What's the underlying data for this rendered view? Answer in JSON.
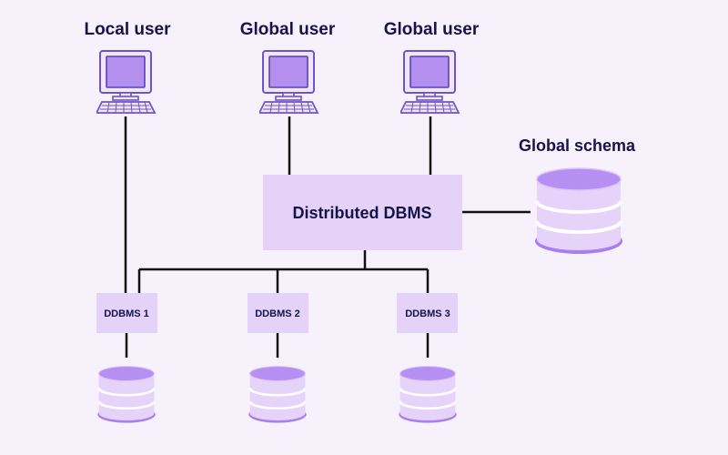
{
  "users": [
    {
      "label": "Local user",
      "icon": "computer-icon"
    },
    {
      "label": "Global user",
      "icon": "computer-icon"
    },
    {
      "label": "Global user",
      "icon": "computer-icon"
    }
  ],
  "center": {
    "label": "Distributed DBMS"
  },
  "schema": {
    "label": "Global schema",
    "icon": "database-icon"
  },
  "nodes": [
    {
      "label": "DDBMS 1",
      "icon": "database-icon"
    },
    {
      "label": "DDBMS 2",
      "icon": "database-icon"
    },
    {
      "label": "DDBMS 3",
      "icon": "database-icon"
    }
  ],
  "colors": {
    "background": "#f7f1fb",
    "box_fill": "#e4d2f8",
    "accent": "#a97ef1",
    "text": "#15134a",
    "line": "#111111"
  }
}
